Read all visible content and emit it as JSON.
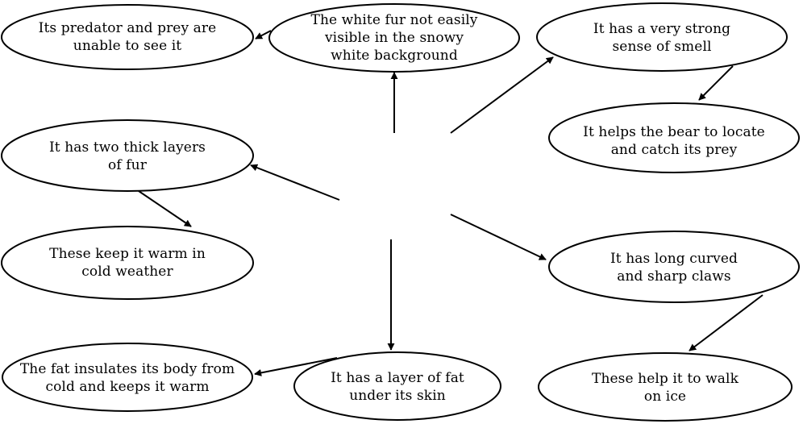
{
  "diagram": {
    "nodes": {
      "white_fur": {
        "lines": [
          "The white fur not easily",
          "visible in the snowy",
          "white background"
        ]
      },
      "predator_prey": {
        "lines": [
          "Its predator and prey are",
          "unable to see it"
        ]
      },
      "smell": {
        "lines": [
          "It has a very strong",
          "sense of smell"
        ]
      },
      "locate_prey": {
        "lines": [
          "It helps the bear to locate",
          "and catch its prey"
        ]
      },
      "two_layers": {
        "lines": [
          "It has two thick layers",
          "of fur"
        ]
      },
      "warm": {
        "lines": [
          "These keep it warm in",
          "cold weather"
        ]
      },
      "claws": {
        "lines": [
          "It has long curved",
          "and sharp claws"
        ]
      },
      "walk_ice": {
        "lines": [
          "These help it to walk",
          "on ice"
        ]
      },
      "fat_layer": {
        "lines": [
          "It has a layer of fat",
          "under its skin"
        ]
      },
      "insulates": {
        "lines": [
          "The fat insulates its body from",
          "cold and keeps it warm"
        ]
      }
    }
  }
}
